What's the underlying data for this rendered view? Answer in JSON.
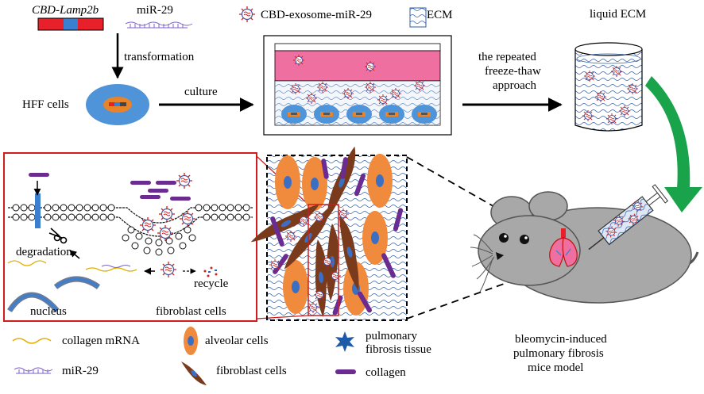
{
  "top": {
    "gene_label": "CBD-Lamp2b",
    "mir_label": "miR-29",
    "transformation_label": "transformation",
    "hff_label": "HFF cells",
    "culture_label": "culture",
    "exosome_legend": "CBD-exosome-miR-29",
    "ecm_legend": "ECM",
    "freeze_line1": "the repeated",
    "freeze_line2": "freeze-thaw",
    "freeze_line3": "approach",
    "liquid_ecm_label": "liquid ECM"
  },
  "inset": {
    "degradation_label": "degradation",
    "recycle_label": "recycle",
    "nucleus_label": "nucleus",
    "fibroblast_label": "fibroblast cells"
  },
  "legend": {
    "collagen_mrna": "collagen mRNA",
    "mir29": "miR-29",
    "alveolar": "alveolar cells",
    "fibroblast": "fibroblast cells",
    "pulmonary_line1": "pulmonary",
    "pulmonary_line2": "fibrosis tissue",
    "collagen": "collagen"
  },
  "mouse": {
    "line1": "bleomycin-induced",
    "line2": "pulmonary fibrosis",
    "line3": "mice model"
  },
  "colors": {
    "gene_red": "#e8202a",
    "gene_blue": "#3b7fd1",
    "cell_blue": "#4f93d8",
    "nucleus_orange": "#e8832a",
    "pink_medium": "#ef6fa0",
    "alveolar_orange": "#f08a3c",
    "fibroblast_brown": "#7a3a1c",
    "collagen_purple": "#6a2c91",
    "mir_purple": "#7b63c8",
    "mrna_yellow": "#e0b000",
    "arrow_green": "#19a34a",
    "mouse_gray": "#a8a8a8",
    "inset_red": "#d01c1c"
  }
}
